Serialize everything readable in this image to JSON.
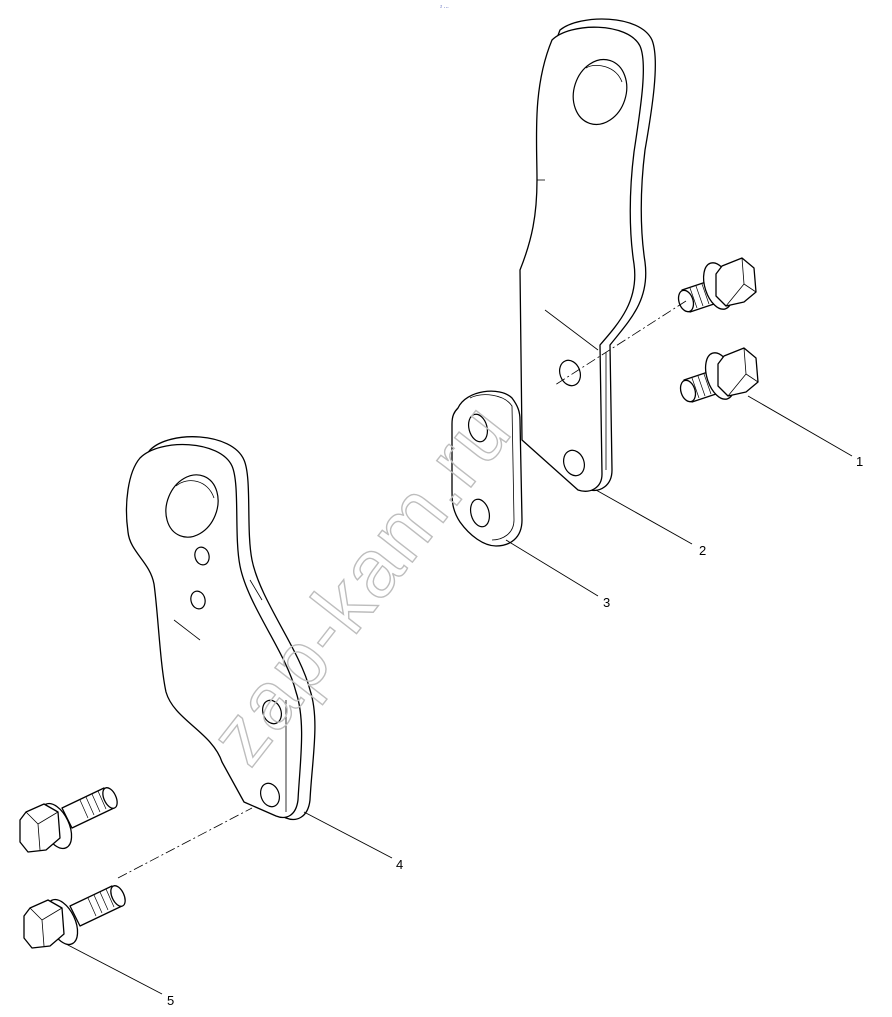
{
  "diagram": {
    "top_mark": "⁲ ∙∙∙",
    "watermark": "zap-kam.ru",
    "callouts": [
      {
        "id": "1",
        "label": "1"
      },
      {
        "id": "2",
        "label": "2"
      },
      {
        "id": "3",
        "label": "3"
      },
      {
        "id": "4",
        "label": "4"
      },
      {
        "id": "5",
        "label": "5"
      }
    ],
    "line_color": "#000000",
    "watermark_color": "#bdbdbd"
  }
}
